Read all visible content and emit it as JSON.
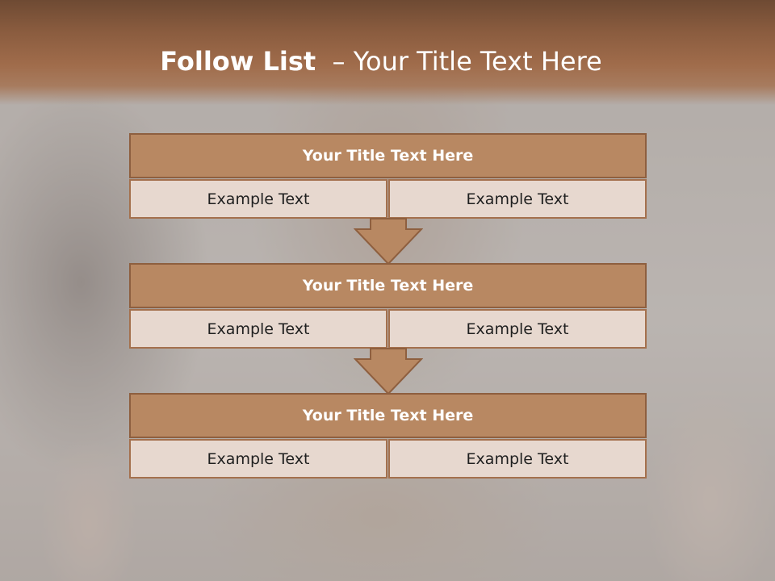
{
  "slide": {
    "title_strong": "Follow List",
    "title_rest": "– Your Title Text Here"
  },
  "blocks": [
    {
      "title": "Your Title Text Here",
      "left_text": "Example Text",
      "right_text": "Example Text"
    },
    {
      "title": "Your Title Text Here",
      "left_text": "Example Text",
      "right_text": "Example Text"
    },
    {
      "title": "Your Title Text Here",
      "left_text": "Example Text",
      "right_text": "Example Text"
    }
  ],
  "colors": {
    "title_fill": "#b88862",
    "title_border": "#8e5f3f",
    "cell_fill": "#e7d8cf",
    "arrow_fill": "#b88862",
    "header_band": "#8a5c3f"
  }
}
